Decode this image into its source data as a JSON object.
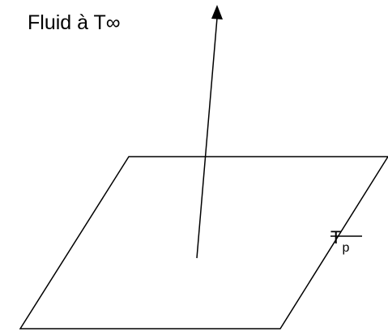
{
  "labels": {
    "fluid": "Fluid à T∞",
    "plate_temp_main": "T",
    "plate_temp_sub": "p"
  },
  "colors": {
    "stroke": "#000000",
    "background": "#ffffff"
  }
}
